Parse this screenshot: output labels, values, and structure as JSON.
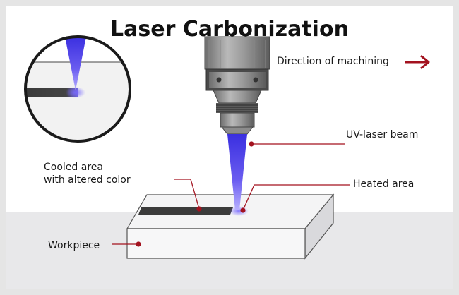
{
  "title": "Laser Carbonization",
  "labels": {
    "direction": "Direction of machining",
    "beam": "UV-laser beam",
    "heated": "Heated area",
    "cooled_line1": "Cooled area",
    "cooled_line2": "with altered color",
    "workpiece": "Workpiece"
  },
  "colors": {
    "callout": "#a3121f",
    "beam": "#5b4be8",
    "mark": "#3a3a3a",
    "floor": "#e9e9eb"
  },
  "icons": {
    "direction_arrow": "arrow-right-icon"
  }
}
